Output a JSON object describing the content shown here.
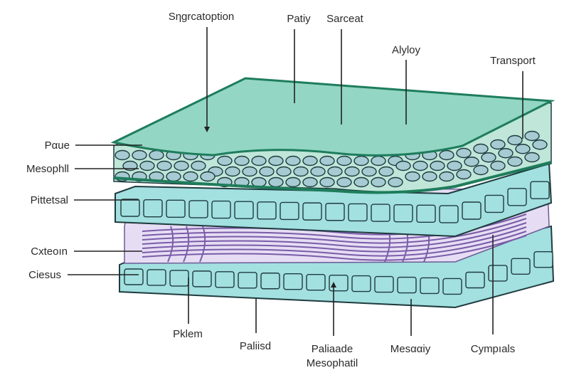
{
  "diagram": {
    "labels_top": [
      "Sηgrcatoption",
      "Patiy",
      "Sarceat",
      "Alyloy",
      "Transport"
    ],
    "labels_left": [
      "Pαue",
      "Mesophll",
      "Pittetsal",
      "Cxteoın",
      "Ciesus"
    ],
    "labels_bottom": [
      "Pklem",
      "Paliisd",
      "Paliaade",
      "Mesophatil",
      "Mesααiy",
      "Cympıals"
    ],
    "colors": {
      "top_sheet": "#93d6c4",
      "edge_green": "#1e7d5c",
      "spongy_fill": "#bfe6d8",
      "air_cell": "#a6cbd3",
      "epidermis": "#a3e0e0",
      "vascular": "#e6ddf4",
      "strand": "#7a5ca8"
    }
  }
}
